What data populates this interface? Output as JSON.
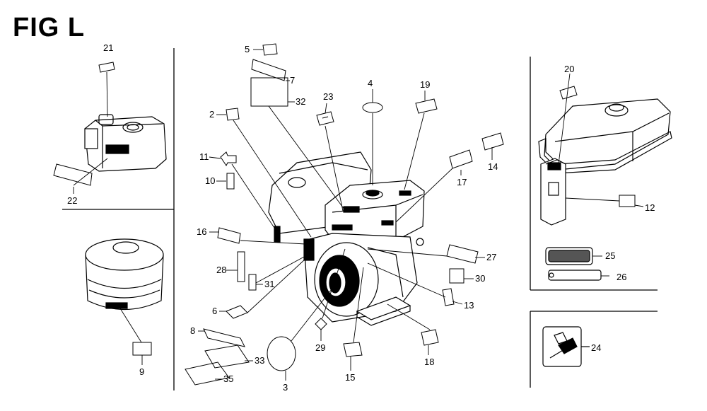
{
  "title": "FIG L",
  "callouts": [
    {
      "id": "c1",
      "label": "21"
    },
    {
      "id": "c2",
      "label": "22"
    },
    {
      "id": "c3",
      "label": "9"
    },
    {
      "id": "c4",
      "label": "5"
    },
    {
      "id": "c5",
      "label": "7"
    },
    {
      "id": "c6",
      "label": "32"
    },
    {
      "id": "c7",
      "label": "2"
    },
    {
      "id": "c8",
      "label": "23"
    },
    {
      "id": "c9",
      "label": "4"
    },
    {
      "id": "c10",
      "label": "19"
    },
    {
      "id": "c11",
      "label": "11"
    },
    {
      "id": "c12",
      "label": "10"
    },
    {
      "id": "c13",
      "label": "17"
    },
    {
      "id": "c14",
      "label": "14"
    },
    {
      "id": "c15",
      "label": "16"
    },
    {
      "id": "c16",
      "label": "27"
    },
    {
      "id": "c17",
      "label": "28"
    },
    {
      "id": "c18",
      "label": "31"
    },
    {
      "id": "c19",
      "label": "30"
    },
    {
      "id": "c20",
      "label": "13"
    },
    {
      "id": "c21",
      "label": "6"
    },
    {
      "id": "c22",
      "label": "8"
    },
    {
      "id": "c23",
      "label": "29"
    },
    {
      "id": "c24",
      "label": "33"
    },
    {
      "id": "c25",
      "label": "35"
    },
    {
      "id": "c26",
      "label": "3"
    },
    {
      "id": "c27",
      "label": "15"
    },
    {
      "id": "c28",
      "label": "18"
    },
    {
      "id": "c29",
      "label": "20"
    },
    {
      "id": "c30",
      "label": "12"
    },
    {
      "id": "c31",
      "label": "25"
    },
    {
      "id": "c32",
      "label": "26"
    },
    {
      "id": "c33",
      "label": "24"
    }
  ]
}
